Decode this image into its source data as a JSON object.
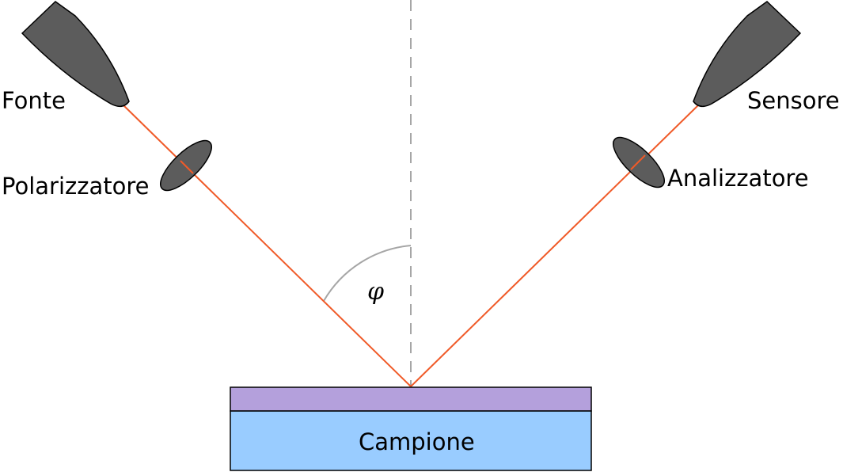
{
  "labels": {
    "source": "Fonte",
    "polarizer": "Polarizzatore",
    "sensor": "Sensore",
    "analyzer": "Analizzatore",
    "sample": "Campione",
    "angle": "φ"
  },
  "colors": {
    "beam": "#F05A28",
    "device": "#5C5C5C",
    "outline": "#000000",
    "film": "#B4A0DC",
    "substrate": "#99CCFF",
    "normal_line": "#A6A6A6",
    "angle_arc": "#A6A6A6"
  }
}
